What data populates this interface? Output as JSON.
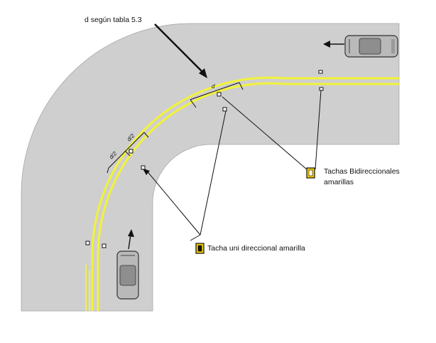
{
  "labels": {
    "d_reference": "d según tabla 5.3",
    "bidirectional_studs_line1": "Tachas Bidireccionales",
    "bidirectional_studs_line2": "amarillas",
    "unidirectional_stud": "Tacha uni direccional amarilla"
  },
  "dimension_marks": {
    "d": "d",
    "d_half_left": "d/2",
    "d_half_right": "d/2"
  },
  "colors": {
    "pavement": "#cfcfcf",
    "background": "#ffffff",
    "yellow_line": "#f2f23a",
    "stud_legend_fill": "#f5d000",
    "leader": "#111111"
  },
  "icons": [
    "car-top-view-icon",
    "stud-legend-icon",
    "direction-arrow-icon"
  ]
}
